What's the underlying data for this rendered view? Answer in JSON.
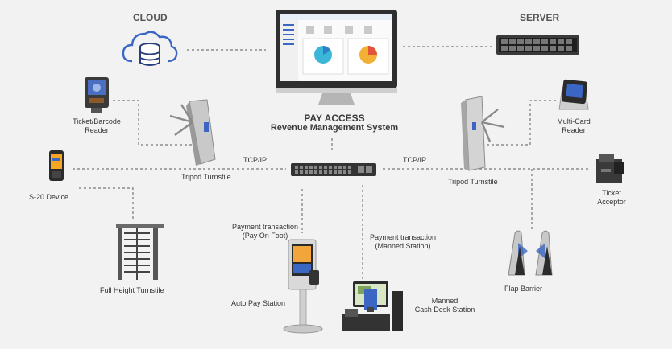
{
  "headings": {
    "cloud": "CLOUD",
    "server": "SERVER"
  },
  "system": {
    "name": "PAY ACCESS",
    "subtitle": "Revenue Management System"
  },
  "connections": {
    "left": "TCP/IP",
    "right": "TCP/IP"
  },
  "devices": {
    "ticket_reader": "Ticket/Barcode\nReader",
    "s20": "S-20 Device",
    "full_height": "Full Height Turnstile",
    "tripod_left": "Tripod Turnstile",
    "tripod_right": "Tripod Turnstile",
    "multi_card": "Multi-Card\nReader",
    "ticket_acceptor": "Ticket\nAcceptor",
    "flap_barrier": "Flap Barrier",
    "auto_pay": "Auto Pay Station",
    "cash_desk": "Manned\nCash Desk Station"
  },
  "transactions": {
    "pay_on_foot": "Payment transaction\n(Pay On Foot)",
    "manned": "Payment transaction\n(Manned Station)"
  },
  "colors": {
    "accent": "#3b66c4",
    "line": "#777777",
    "dark": "#2b2b2b"
  },
  "icons": [
    "cloud-database-icon",
    "server-icon",
    "monitor-icon",
    "network-switch-icon",
    "turnstile-icon",
    "card-reader-icon",
    "handheld-device-icon",
    "kiosk-icon",
    "cash-register-icon",
    "flap-barrier-icon",
    "ticket-acceptor-icon"
  ]
}
